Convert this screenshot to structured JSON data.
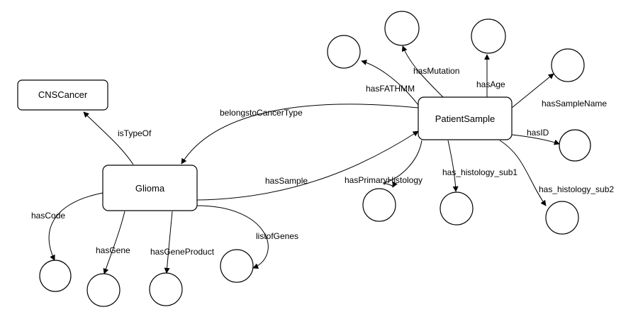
{
  "diagram": {
    "nodes": {
      "cnscancer": "CNSCancer",
      "glioma": "Glioma",
      "patientsample": "PatientSample"
    },
    "edges": {
      "isTypeOf": "isTypeOf",
      "belongstoCancerType": "belongstoCancerType",
      "hasSample": "hasSample",
      "hasCode": "hasCode",
      "hasGene": "hasGene",
      "hasGeneProduct": "hasGeneProduct",
      "listofGenes": "listofGenes",
      "hasFATHMM": "hasFATHMM",
      "hasMutation": "hasMutation",
      "hasAge": "hasAge",
      "hasSampleName": "hasSampleName",
      "hasID": "hasID",
      "hasPrimaryHistology": "hasPrimaryHistology",
      "has_histology_sub1": "has_histology_sub1",
      "has_histology_sub2": "has_histology_sub2"
    }
  }
}
